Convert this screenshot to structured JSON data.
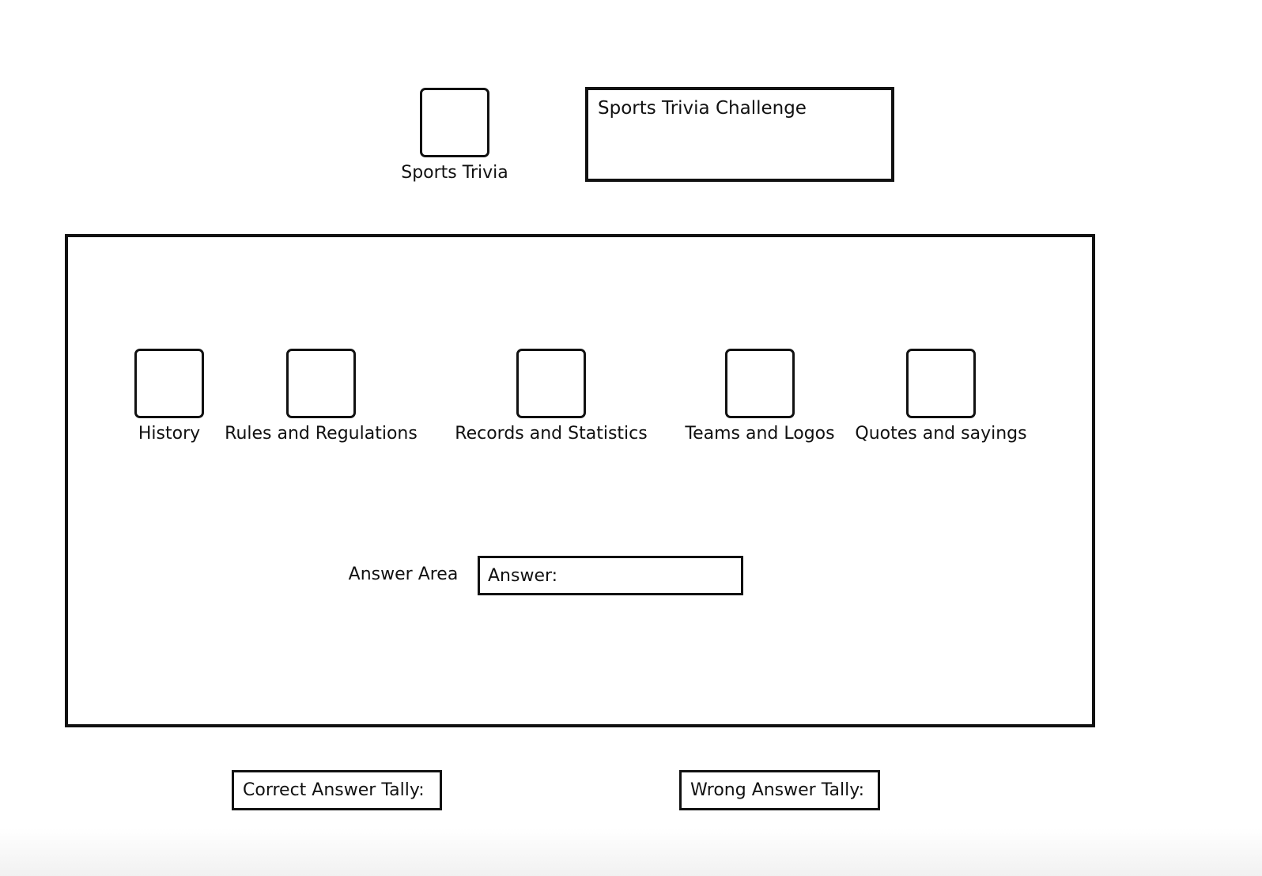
{
  "logo": {
    "label": "Sports Trivia"
  },
  "title_box": {
    "text": "Sports Trivia Challenge"
  },
  "categories": [
    {
      "label": "History"
    },
    {
      "label": "Rules and Regulations"
    },
    {
      "label": "Records and Statistics"
    },
    {
      "label": "Teams and Logos"
    },
    {
      "label": "Quotes and sayings"
    }
  ],
  "answer": {
    "area_label": "Answer Area",
    "field_text": "Answer:"
  },
  "tallies": {
    "correct_label": "Correct Answer Tally:",
    "wrong_label": "Wrong Answer Tally:"
  },
  "colors": {
    "ink": "#111111",
    "background": "#ffffff"
  }
}
